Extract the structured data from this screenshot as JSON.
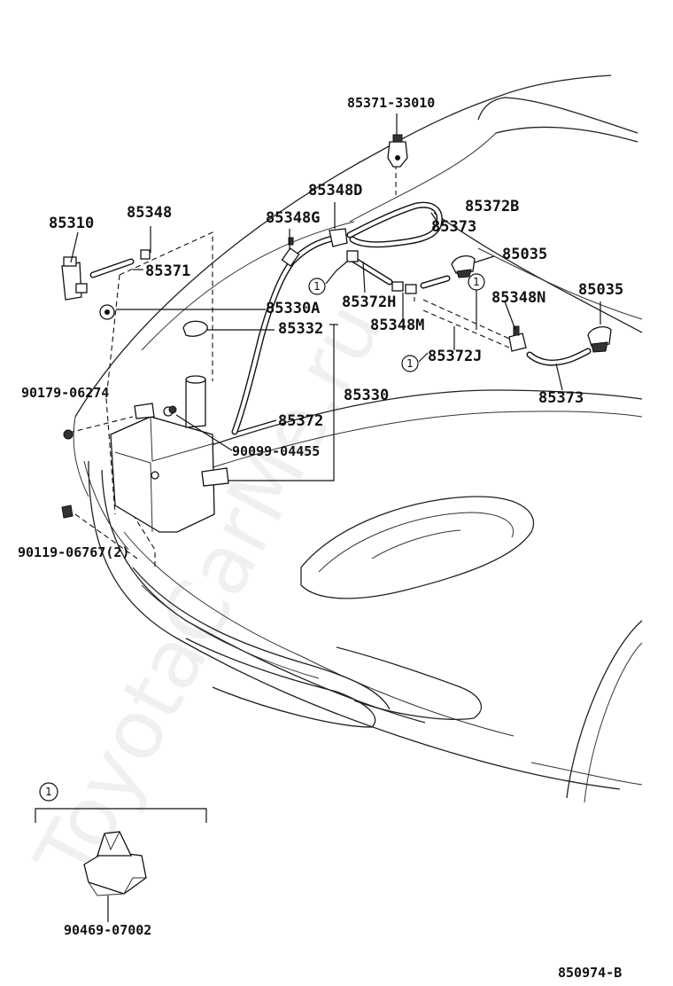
{
  "diagram": {
    "watermark": "ToyotaCarMe.ru",
    "drawing_number": "850974-B",
    "callout_symbol": "1",
    "labels": {
      "p85371_33010": "85371-33010",
      "p85348D": "85348D",
      "p85372B": "85372B",
      "p85373_top": "85373",
      "p85310": "85310",
      "p85348": "85348",
      "p85348G": "85348G",
      "p85035_a": "85035",
      "p85371": "85371",
      "p85372H": "85372H",
      "p85348N": "85348N",
      "p85035_b": "85035",
      "p85330A": "85330A",
      "p85348M": "85348M",
      "p85332": "85332",
      "p85372J": "85372J",
      "p90179_06274": "90179-06274",
      "p85330": "85330",
      "p85373_bottom": "85373",
      "p85372": "85372",
      "p90099_04455": "90099-04455",
      "p90119_06767": "90119-06767(2)",
      "p90469_07002": "90469-07002"
    }
  }
}
